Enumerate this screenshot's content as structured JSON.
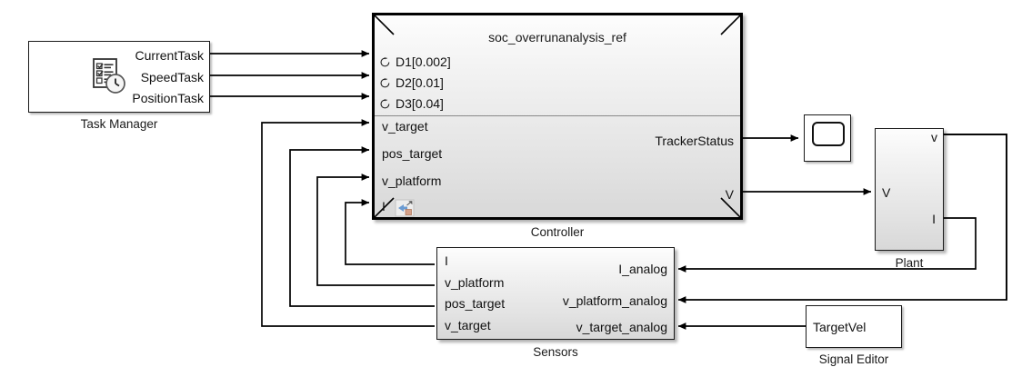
{
  "diagram": {
    "type": "block-diagram",
    "tool": "simulink-model-canvas",
    "background": "#ffffff",
    "line_color": "#000000"
  },
  "blocks": {
    "task_manager": {
      "label": "Task Manager",
      "icon": "task-checklist-clock-icon",
      "outputs": [
        "CurrentTask",
        "SpeedTask",
        "PositionTask"
      ]
    },
    "controller": {
      "label": "Controller",
      "title": "soc_overrunanalysis_ref",
      "badge": "model-reference-icon",
      "event_ports": [
        {
          "name": "D1",
          "period": "[0.002]",
          "text": "D1[0.002]",
          "icon": "periodic-event-icon"
        },
        {
          "name": "D2",
          "period": "[0.01]",
          "text": "D2[0.01]",
          "icon": "periodic-event-icon"
        },
        {
          "name": "D3",
          "period": "[0.04]",
          "text": "D3[0.04]",
          "icon": "periodic-event-icon"
        }
      ],
      "inputs": [
        "v_target",
        "pos_target",
        "v_platform",
        "I"
      ],
      "outputs": [
        "TrackerStatus",
        "V"
      ]
    },
    "scope": {
      "label": "",
      "icon": "scope-icon",
      "inputs": [
        "TrackerStatus"
      ]
    },
    "plant": {
      "label": "Plant",
      "inputs": [
        "V"
      ],
      "outputs": [
        "v",
        "I"
      ]
    },
    "sensors": {
      "label": "Sensors",
      "outputs_left": [
        "I",
        "v_platform",
        "pos_target",
        "v_target"
      ],
      "inputs_right": [
        "I_analog",
        "v_platform_analog",
        "v_target_analog"
      ]
    },
    "signal_editor": {
      "label": "Signal Editor",
      "signal": "TargetVel"
    }
  },
  "connections": [
    {
      "from": "task_manager.CurrentTask",
      "to": "controller.D1"
    },
    {
      "from": "task_manager.SpeedTask",
      "to": "controller.D2"
    },
    {
      "from": "task_manager.PositionTask",
      "to": "controller.D3"
    },
    {
      "from": "controller.TrackerStatus",
      "to": "scope.in"
    },
    {
      "from": "controller.V",
      "to": "plant.V"
    },
    {
      "from": "plant.v",
      "to": "sensors.v_platform_analog"
    },
    {
      "from": "plant.I",
      "to": "sensors.I_analog"
    },
    {
      "from": "signal_editor.TargetVel",
      "to": "sensors.v_target_analog"
    },
    {
      "from": "sensors.v_target",
      "to": "controller.v_target"
    },
    {
      "from": "sensors.pos_target",
      "to": "controller.pos_target"
    },
    {
      "from": "sensors.v_platform",
      "to": "controller.v_platform"
    },
    {
      "from": "sensors.I",
      "to": "controller.I"
    }
  ]
}
